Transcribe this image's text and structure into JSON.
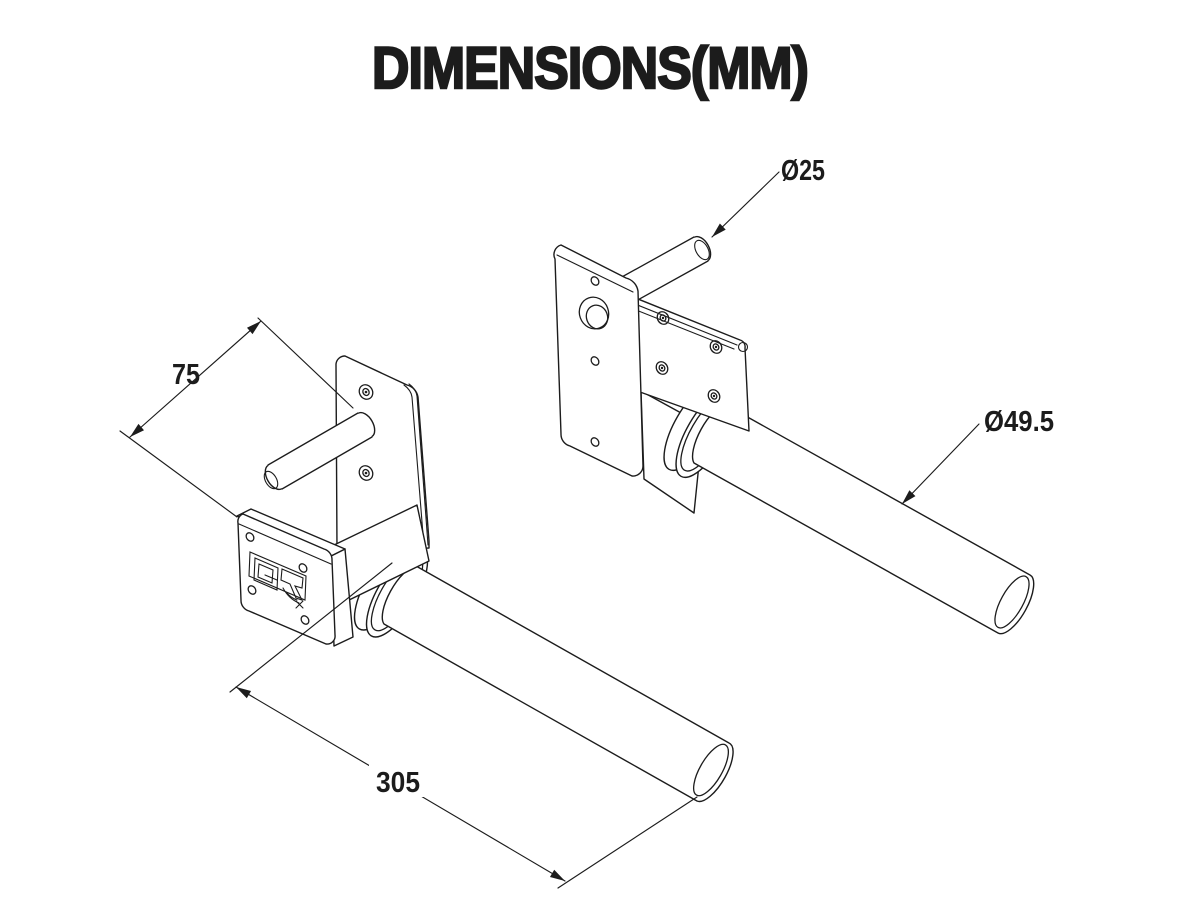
{
  "title": "DIMENSIONS(MM)",
  "dimensions": {
    "pin_length": "75",
    "sleeve_length": "305",
    "pin_diameter": "Ø25",
    "sleeve_diameter": "Ø49.5"
  },
  "colors": {
    "line": "#1c1c1c",
    "background": "#ffffff"
  }
}
